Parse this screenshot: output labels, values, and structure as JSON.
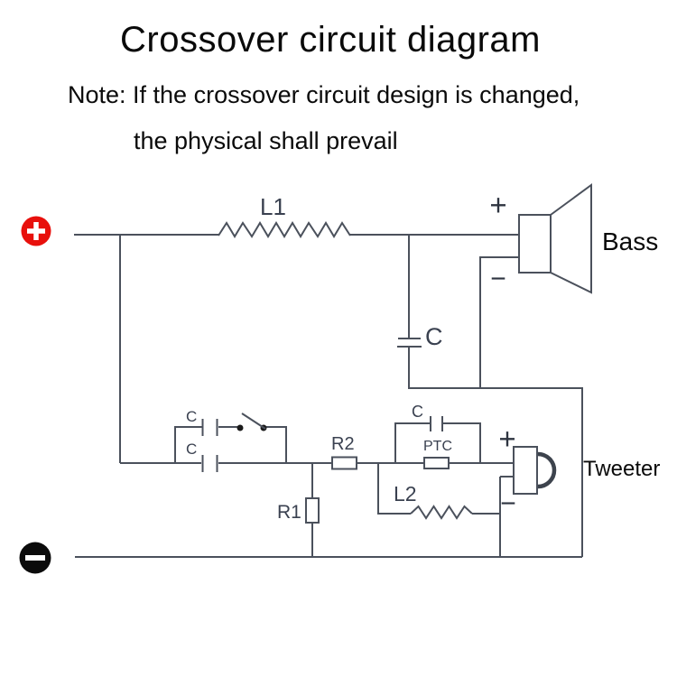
{
  "title": "Crossover circuit diagram",
  "note": {
    "line1": "Note: If the crossover circuit design is changed,",
    "line2": "the physical shall prevail"
  },
  "colors": {
    "wire": "#4b515c",
    "component_label": "#3a4150",
    "positive_terminal": "#e8100c",
    "negative_terminal": "#0b0b0b",
    "text": "#0a0a0a"
  },
  "terminals": {
    "positive": "+",
    "negative": "−"
  },
  "components": {
    "l1": "L1",
    "c_main": "C",
    "c_filter_top": "C",
    "c_filter_bottom": "C",
    "r2": "R2",
    "r1": "R1",
    "c_ptc": "C",
    "ptc": "PTC",
    "l2": "L2"
  },
  "speakers": {
    "bass": {
      "label": "Bass",
      "plus": "+",
      "minus": "−"
    },
    "tweeter": {
      "label": "Tweeter",
      "plus": "+",
      "minus": "−"
    }
  }
}
